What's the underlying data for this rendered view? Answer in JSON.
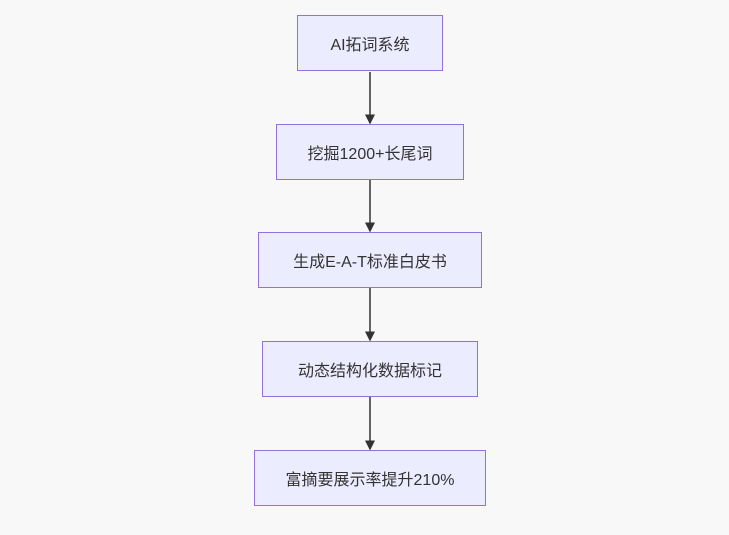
{
  "diagram": {
    "type": "flowchart",
    "direction": "top-down",
    "nodes": [
      {
        "id": "A",
        "label": "AI拓词系统"
      },
      {
        "id": "B",
        "label": "挖掘1200+长尾词"
      },
      {
        "id": "C",
        "label": "生成E-A-T标准白皮书"
      },
      {
        "id": "D",
        "label": "动态结构化数据标记"
      },
      {
        "id": "E",
        "label": "富摘要展示率提升210%"
      }
    ],
    "edges": [
      {
        "from": "A",
        "to": "B"
      },
      {
        "from": "B",
        "to": "C"
      },
      {
        "from": "C",
        "to": "D"
      },
      {
        "from": "D",
        "to": "E"
      }
    ],
    "colors": {
      "background": "#f8f8f8",
      "node_fill": "#ECECFF",
      "node_border": "#9370DB",
      "node_text": "#333333",
      "arrow": "#333333"
    }
  }
}
